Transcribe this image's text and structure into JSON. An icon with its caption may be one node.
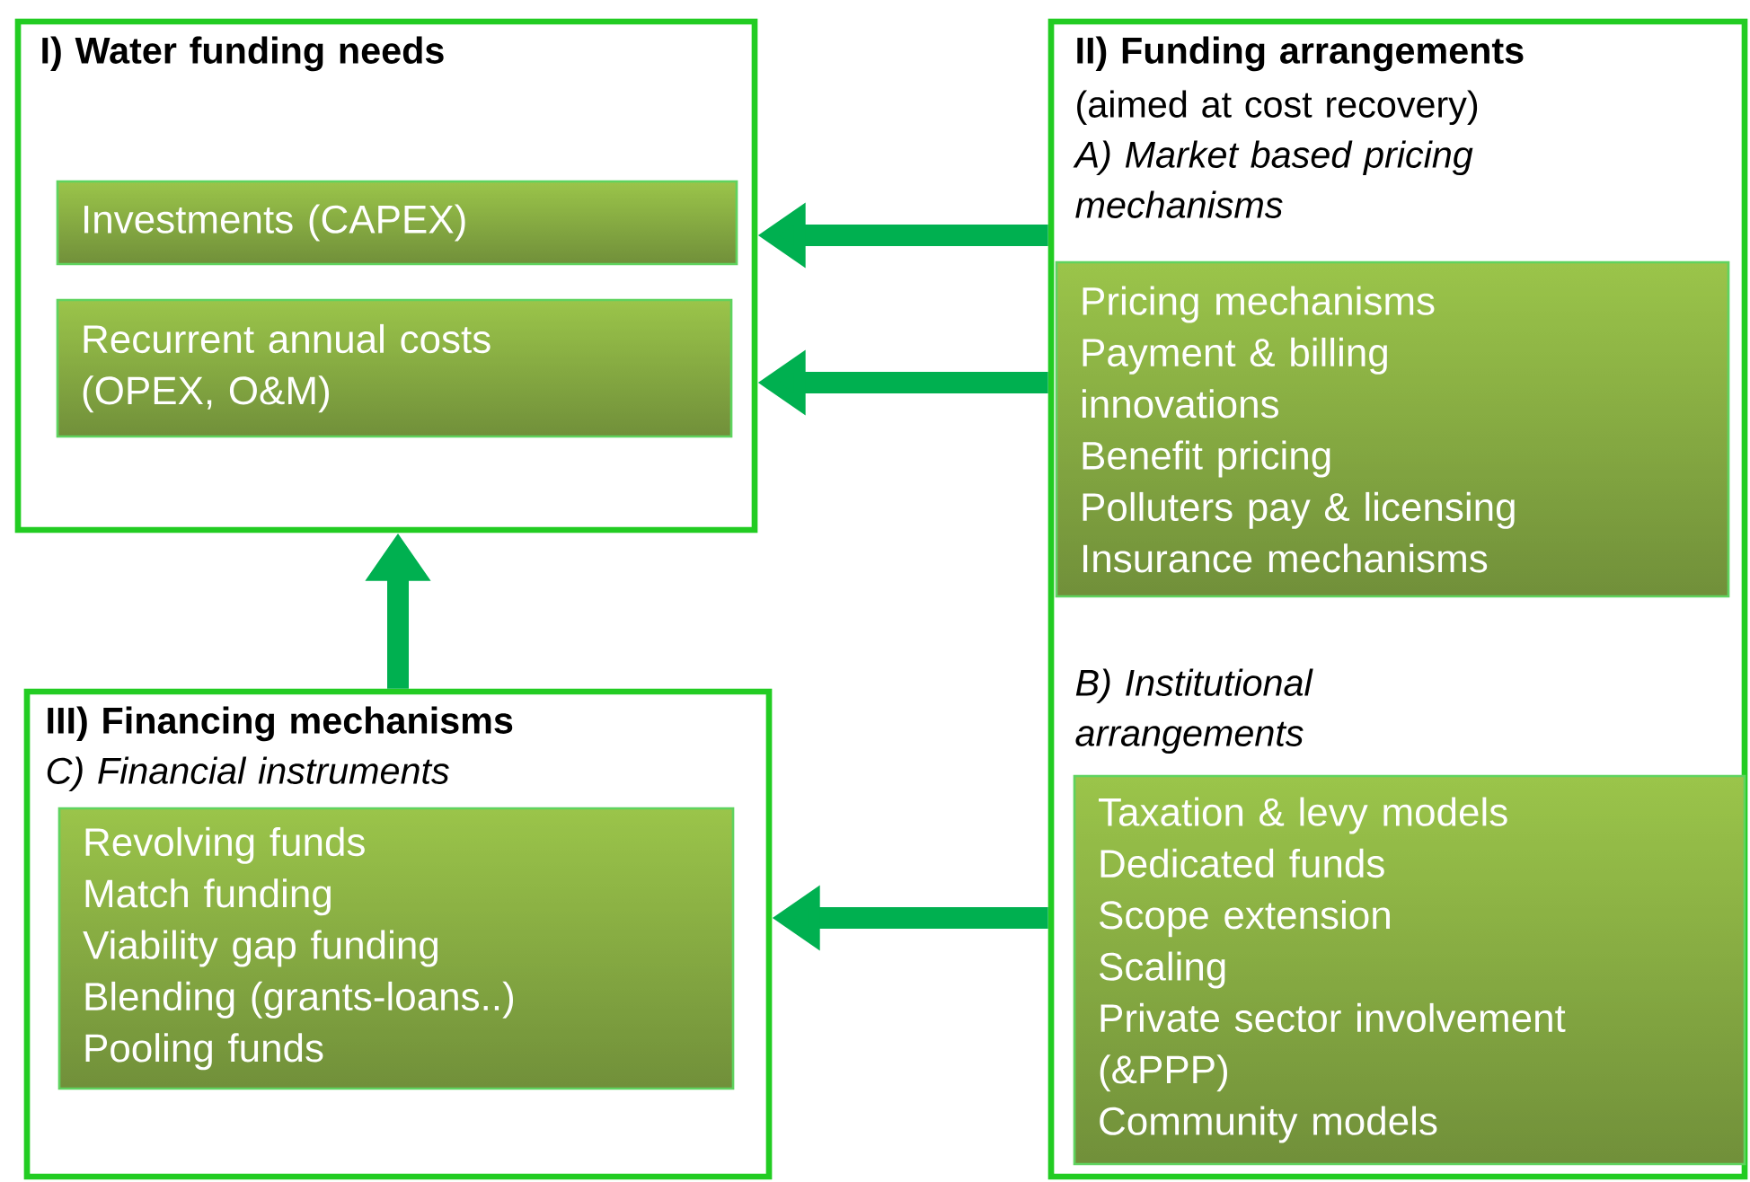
{
  "diagram": {
    "nodes": [
      {
        "text": [
          "I) Water funding needs"
        ]
      },
      {
        "text": [
          "Investments (CAPEX)"
        ],
        "in": 0
      },
      {
        "text": [
          "Recurrent annual costs (OPEX, O&M)"
        ],
        "in": 0
      },
      {
        "text": [
          "II) Funding arrangements",
          "(aimed at cost recovery)",
          "A) Market based  pricing mechanisms",
          "B)  Institutional arrangements"
        ]
      },
      {
        "text": [
          "Pricing mechanisms",
          "Payment & billing innovations",
          "Benefit pricing",
          "Polluters pay & licensing",
          "Insurance mechanisms"
        ],
        "in": 3
      },
      {
        "text": [
          "Taxation & levy models",
          "Dedicated funds",
          "Scope extension",
          "Scaling",
          "Private sector involvement (&PPP)",
          "Community models"
        ],
        "in": 3
      },
      {
        "text": [
          "III) Financing mechanisms",
          "C) Financial instruments"
        ]
      },
      {
        "text": [
          "Revolving funds",
          "Match funding",
          "Viability gap funding",
          "Blending (grants-loans..)",
          "Pooling funds"
        ],
        "in": 6
      }
    ],
    "edges": [
      {
        "from": 3,
        "to": 0,
        "arrow": "to"
      },
      {
        "from": 3,
        "to": 0,
        "arrow": "to"
      },
      {
        "from": 6,
        "to": 0,
        "arrow": "to"
      },
      {
        "from": 3,
        "to": 6,
        "arrow": "to"
      }
    ]
  }
}
